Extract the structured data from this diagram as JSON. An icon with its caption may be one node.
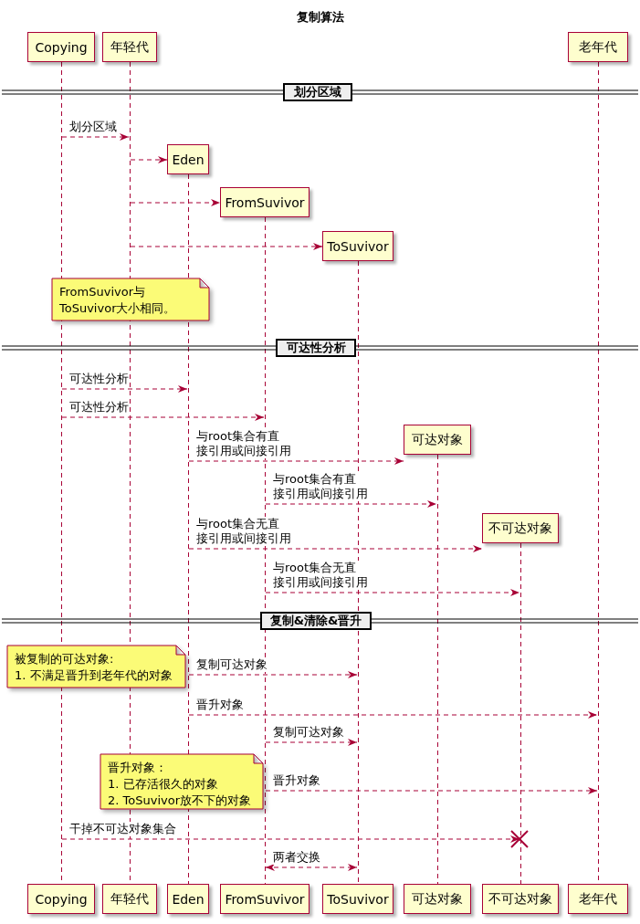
{
  "diagram": {
    "title": "复制算法",
    "nodes": [
      {
        "text": [
          "Copying"
        ]
      },
      {
        "text": [
          "年轻代"
        ]
      },
      {
        "text": [
          "老年代"
        ]
      },
      {
        "text": [
          "划分区域"
        ]
      },
      {
        "text": [
          "Eden"
        ]
      },
      {
        "text": [
          "FromSuvivor"
        ]
      },
      {
        "text": [
          "ToSuvivor"
        ]
      },
      {
        "text": [
          "FromSuvivor与ToSuvivor大小相同。"
        ]
      },
      {
        "text": [
          "可达性分析"
        ]
      },
      {
        "text": [
          "可达对象"
        ]
      },
      {
        "text": [
          "不可达对象"
        ]
      },
      {
        "text": [
          "复制&清除&晋升"
        ]
      },
      {
        "text": [
          "被复制的可达对象:",
          "1. 不满足晋升到老年代的对象"
        ]
      },
      {
        "text": [
          "晋升对象：",
          "1. 已存活很久的对象",
          "2. ToSuvivor放不下的对象"
        ]
      },
      {
        "text": [
          "Copying"
        ]
      },
      {
        "text": [
          "年轻代"
        ]
      },
      {
        "text": [
          "Eden"
        ]
      },
      {
        "text": [
          "FromSuvivor"
        ]
      },
      {
        "text": [
          "ToSuvivor"
        ]
      },
      {
        "text": [
          "可达对象"
        ]
      },
      {
        "text": [
          "不可达对象"
        ]
      },
      {
        "text": [
          "老年代"
        ]
      },
      {
        "text": [],
        "shape": "line"
      },
      {
        "text": [],
        "shape": "line"
      },
      {
        "text": [],
        "shape": "line"
      },
      {
        "text": [],
        "shape": "line"
      },
      {
        "text": [],
        "shape": "line"
      },
      {
        "text": [],
        "shape": "line"
      },
      {
        "text": [],
        "shape": "line"
      },
      {
        "text": [],
        "shape": "line"
      }
    ],
    "edges": [
      {
        "from": 22,
        "to": 23,
        "arrow": "to",
        "label": "划分区域",
        "style": "dashed"
      },
      {
        "from": 23,
        "to": 4,
        "arrow": "to",
        "style": "dashed"
      },
      {
        "from": 23,
        "to": 5,
        "arrow": "to",
        "style": "dashed"
      },
      {
        "from": 23,
        "to": 6,
        "arrow": "to",
        "style": "dashed"
      },
      {
        "from": 22,
        "to": 24,
        "arrow": "to",
        "label": "可达性分析",
        "style": "dashed"
      },
      {
        "from": 22,
        "to": 25,
        "arrow": "to",
        "label": "可达性分析",
        "style": "dashed"
      },
      {
        "from": 24,
        "to": 9,
        "arrow": "to",
        "label": "与root集合有直接引用或间接引用",
        "style": "dashed"
      },
      {
        "from": 25,
        "to": 27,
        "arrow": "to",
        "label": "与root集合有直接引用或间接引用",
        "style": "dashed"
      },
      {
        "from": 24,
        "to": 10,
        "arrow": "to",
        "label": "与root集合无直接引用或间接引用",
        "style": "dashed"
      },
      {
        "from": 25,
        "to": 28,
        "arrow": "to",
        "label": "与root集合无直接引用或间接引用",
        "style": "dashed"
      },
      {
        "from": 24,
        "to": 26,
        "arrow": "to",
        "label": "复制可达对象",
        "style": "dashed"
      },
      {
        "from": 24,
        "to": 29,
        "arrow": "to",
        "label": "晋升对象",
        "style": "dashed"
      },
      {
        "from": 25,
        "to": 26,
        "arrow": "to",
        "label": "复制可达对象",
        "style": "dashed"
      },
      {
        "from": 25,
        "to": 29,
        "arrow": "to",
        "label": "晋升对象",
        "style": "dashed"
      },
      {
        "from": 22,
        "to": 28,
        "arrow": "to",
        "label": "干掉不可达对象集合",
        "style": "dashed"
      },
      {
        "from": 25,
        "to": 26,
        "arrow": "both",
        "label": "两者交换",
        "style": "dashed"
      }
    ]
  }
}
